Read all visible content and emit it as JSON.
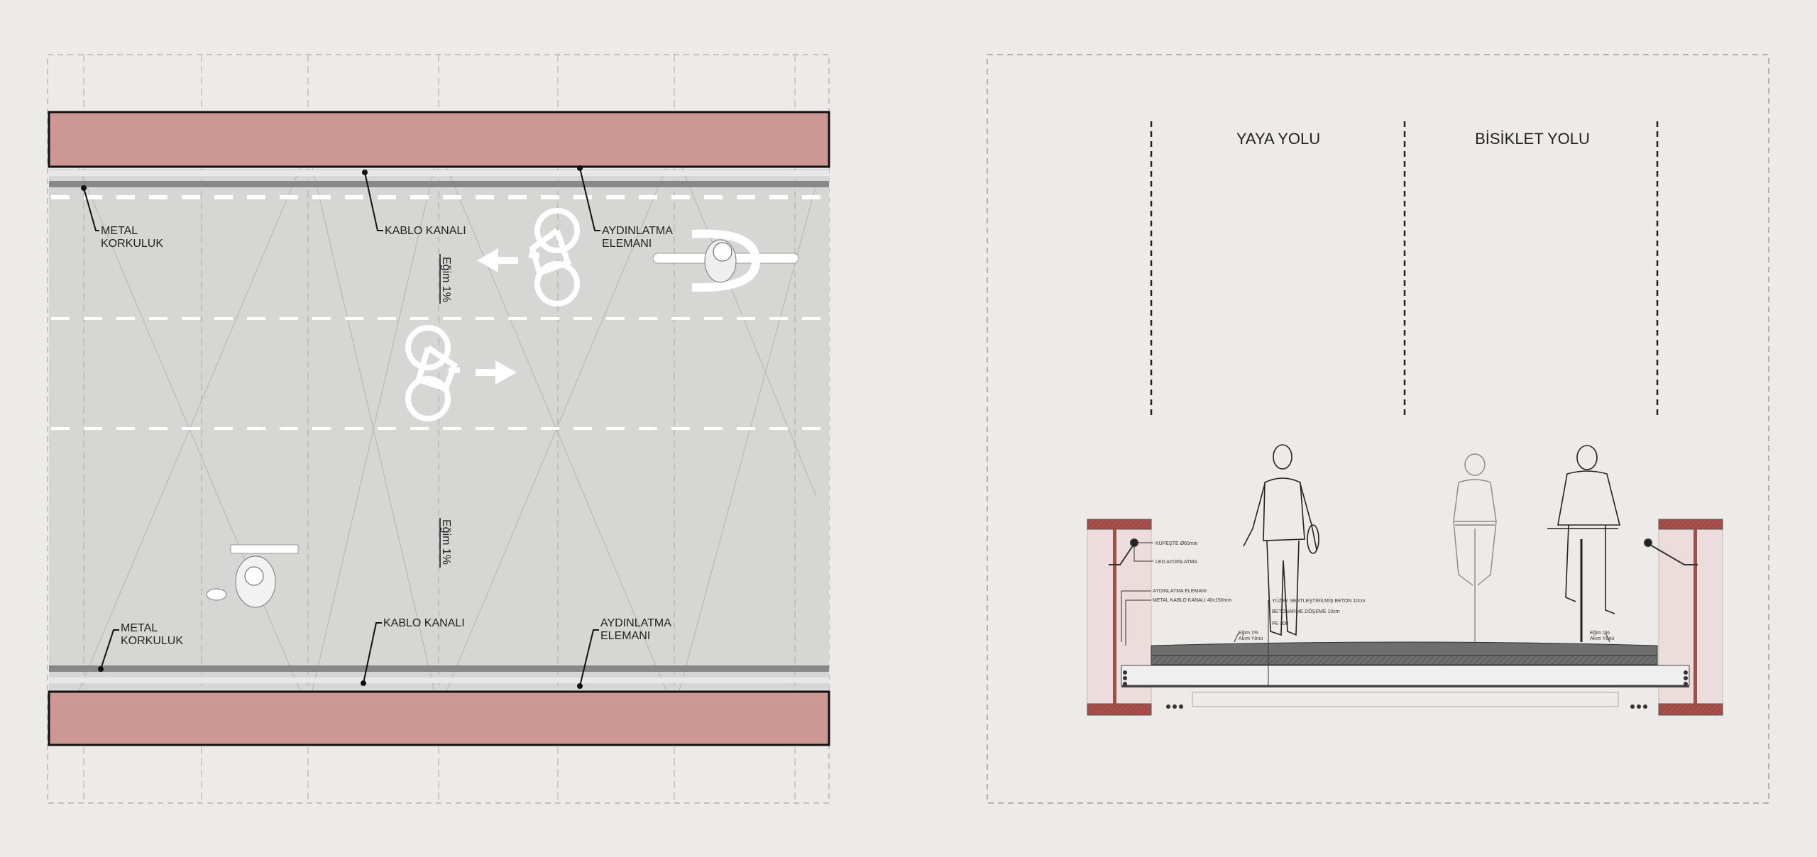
{
  "plan": {
    "labels": {
      "metal_top": [
        "METAL",
        "KORKULUK"
      ],
      "kablo_top": "KABLO KANALI",
      "aydinlatma_top": [
        "AYDINLATMA",
        "ELEMANI"
      ],
      "metal_bottom": [
        "METAL",
        "KORKULUK"
      ],
      "kablo_bottom": "KABLO KANALI",
      "aydinlatma_bottom": [
        "AYDINLATMA",
        "ELEMANI"
      ],
      "slope_top": "Eğim 1%",
      "slope_bottom": "Eğim 1%"
    },
    "colors": {
      "parapet": "#cd9894",
      "deck": "#d6d6d5",
      "rail": "#8a8a8a"
    }
  },
  "section": {
    "lanes": {
      "pedestrian": "YAYA YOLU",
      "bicycle": "BİSİKLET YOLU"
    },
    "notes": {
      "handrail": "KÜPEŞTE Ø60mm",
      "led": "LED AYDINLATMA",
      "lighting": "AYDINLATMA ELEMANI",
      "cable": "METAL KABLO KANALI 40x150mm",
      "surface": "YÜZEY SERTLEŞTİRİLMİŞ BETON 10cm",
      "slab": "BETONARME DÖŞEME 10cm",
      "pe": "PE 300",
      "slope_left": [
        "Eğim 1%",
        "Akım Yönü"
      ],
      "slope_right": [
        "Eğim 1%",
        "Akım Yönü"
      ]
    },
    "colors": {
      "steel": "#a0504a",
      "wall": "#ecdcdb"
    }
  }
}
